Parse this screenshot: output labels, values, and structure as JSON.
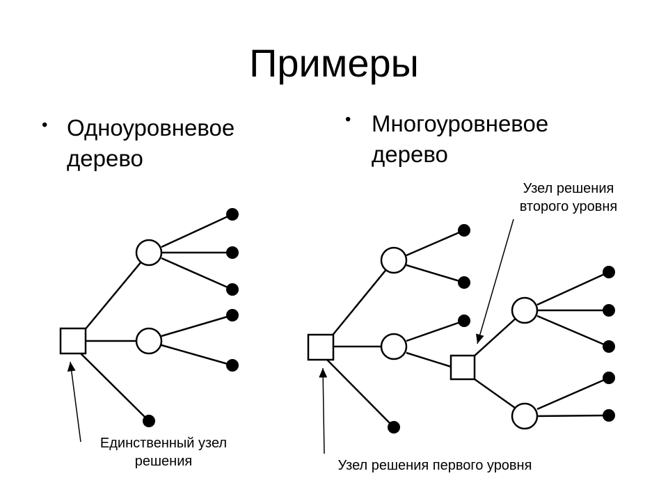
{
  "slide": {
    "title": "Примеры",
    "bullet_left": "Одноуровневое дерево",
    "bullet_right": "Многоуровневое дерево",
    "bullet_glyph": "•"
  },
  "labels": {
    "single_node": "Единственный узел решения",
    "first_level": "Узел решения первого уровня",
    "second_level": "Узел решения второго уровня"
  }
}
